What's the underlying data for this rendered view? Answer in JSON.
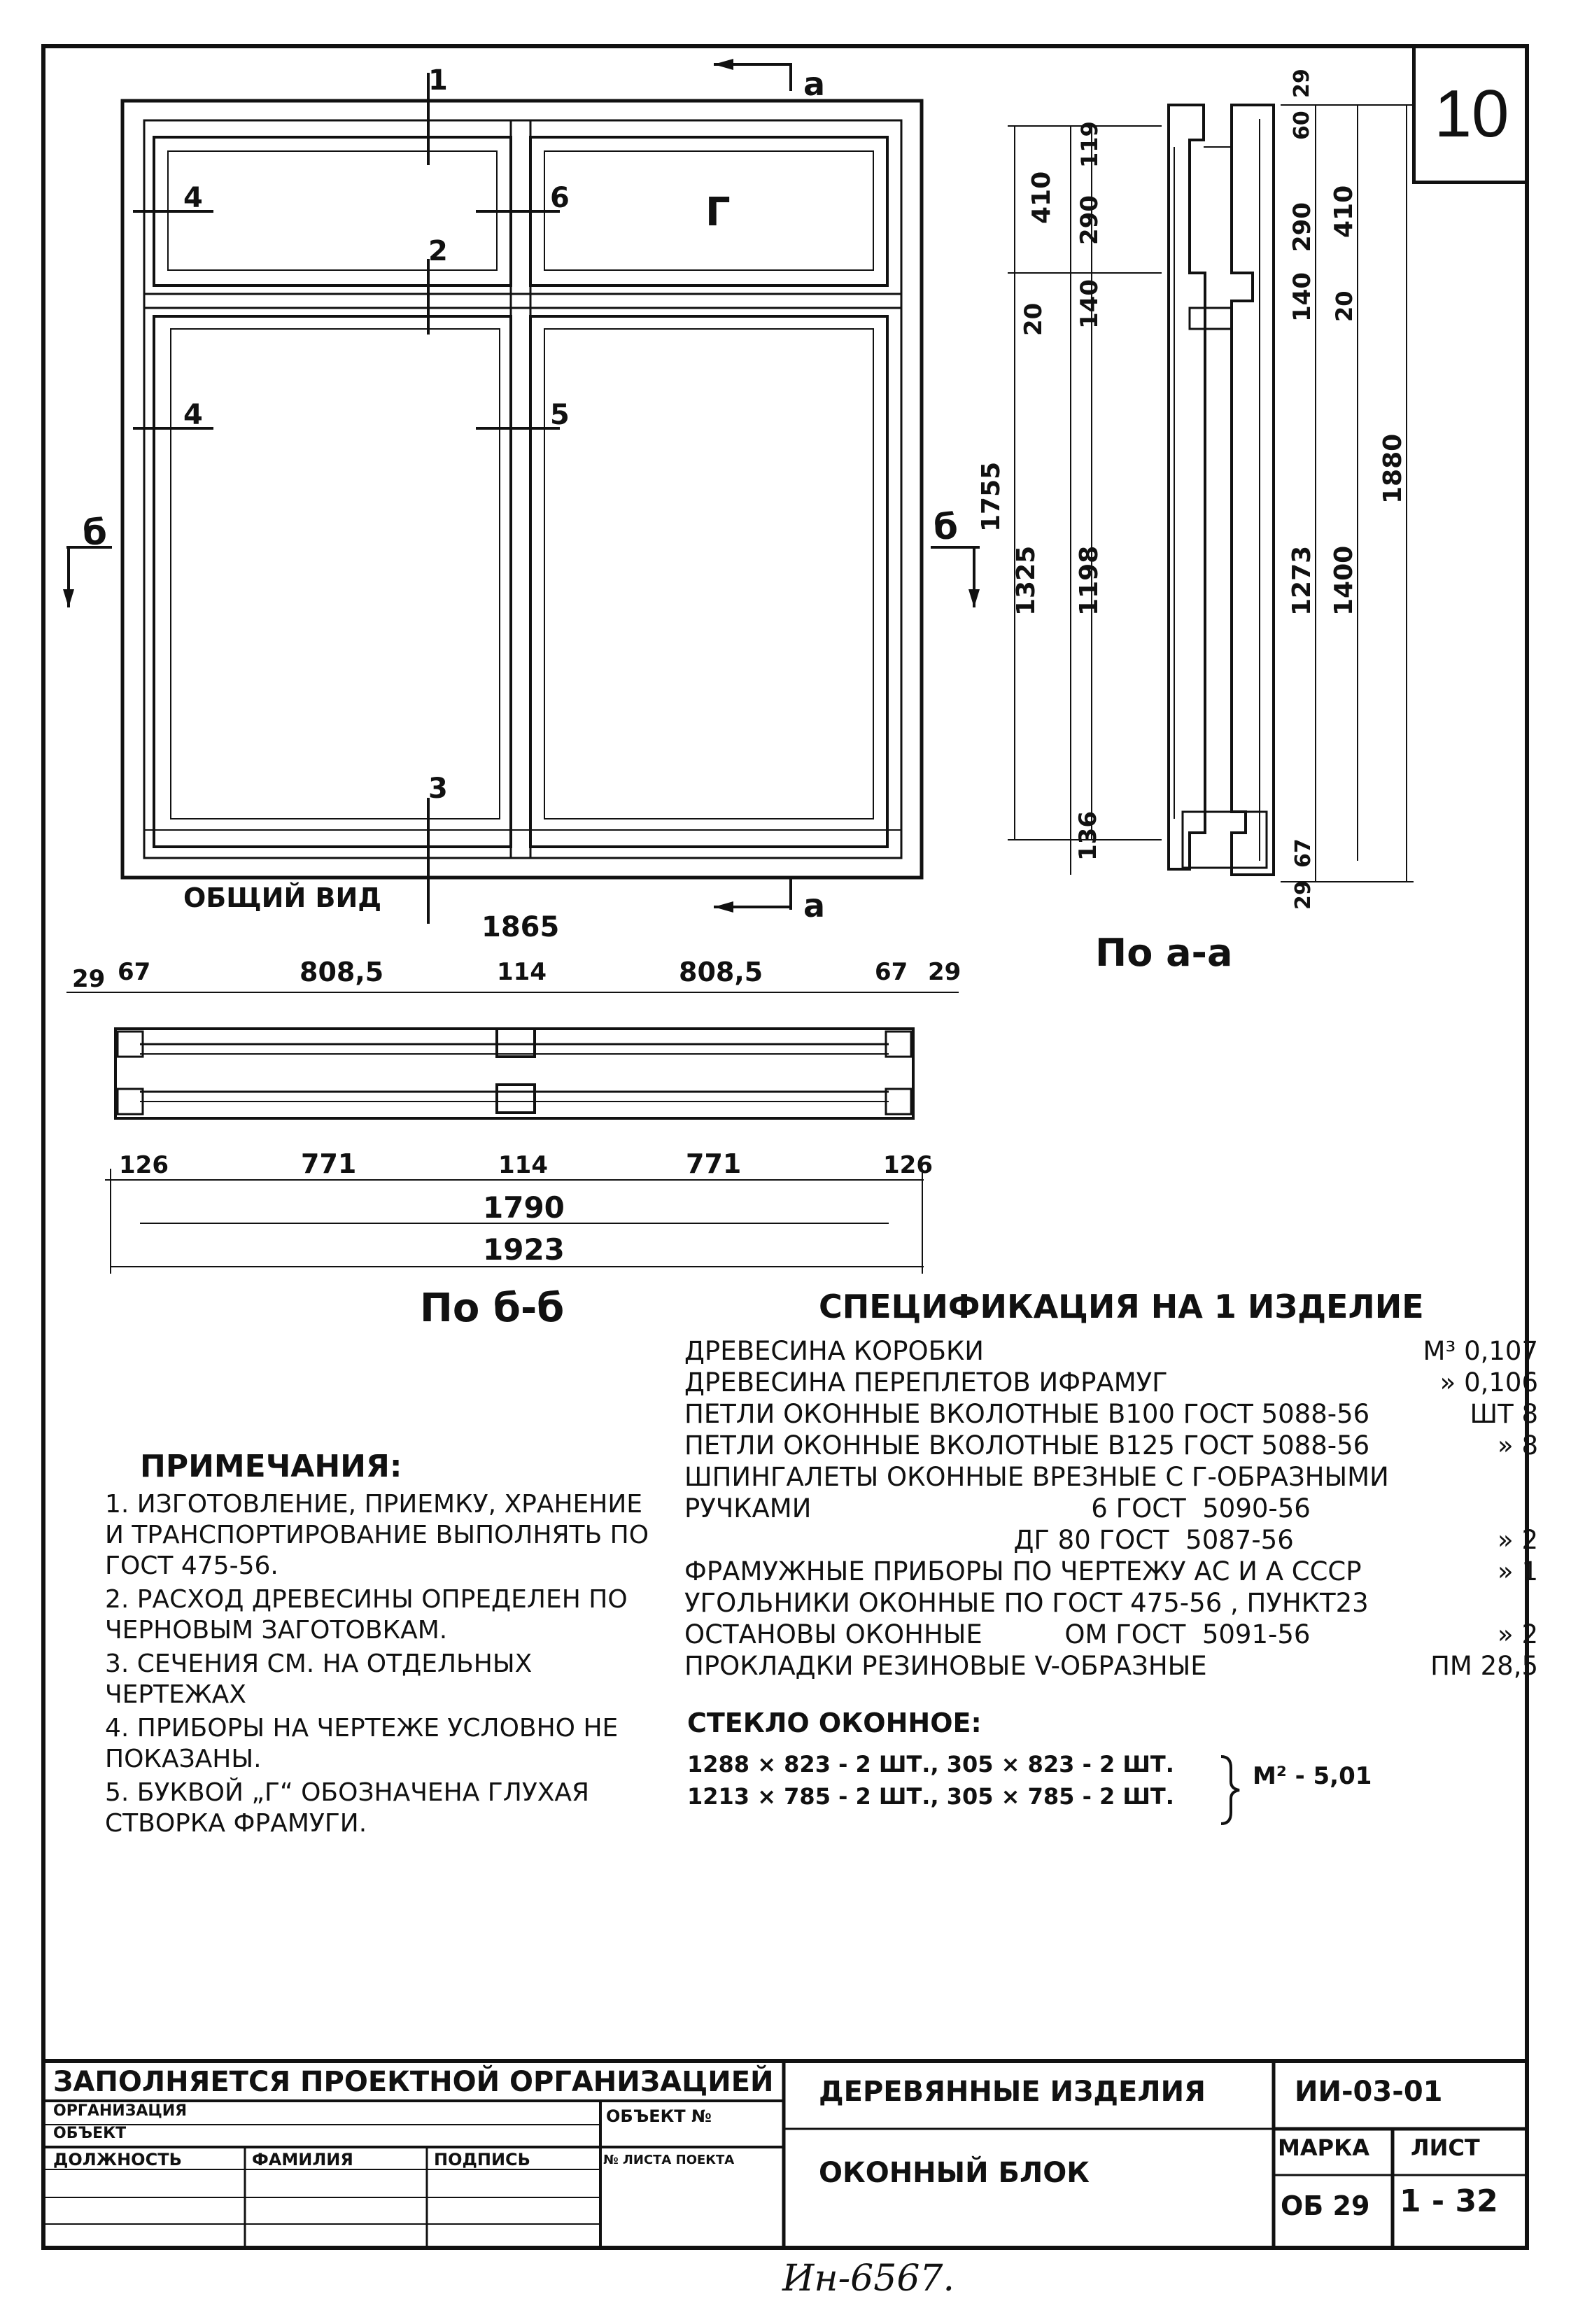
{
  "sheet": {
    "number": "10"
  },
  "views": {
    "general": {
      "caption": "ОБЩИЙ  ВИД",
      "section_marks": [
        "1",
        "2",
        "3",
        "4",
        "4",
        "5",
        "6"
      ],
      "glyph_g": "Г",
      "cut_a": "а",
      "cut_b": "б"
    },
    "section_aa": {
      "caption": "По а-а",
      "left_dims": [
        "410",
        "1325",
        "1755",
        "20",
        "136"
      ],
      "left_inner_dims": [
        "119",
        "290",
        "140",
        "1198"
      ],
      "right_dims": [
        "60",
        "29",
        "290",
        "410",
        "140",
        "20",
        "1273",
        "1400",
        "1880",
        "67",
        "29"
      ]
    },
    "section_bb": {
      "caption": "По б-б",
      "top_overall": "1865",
      "top_dims": [
        "29",
        "67",
        "808,5",
        "114",
        "808,5",
        "67",
        "29"
      ],
      "bottom_dims": [
        "126",
        "771",
        "114",
        "771",
        "126"
      ],
      "overall_1": "1790",
      "overall_2": "1923"
    }
  },
  "specification": {
    "title": "СПЕЦИФИКАЦИЯ НА 1 ИЗДЕЛИЕ",
    "rows": [
      {
        "name": "ДРЕВЕСИНА  КОРОБКИ",
        "qty": "М³ 0,107"
      },
      {
        "name": "ДРЕВЕСИНА  ПЕРЕПЛЕТОВ ИФРАМУГ",
        "qty": "» 0,106"
      },
      {
        "name": "ПЕТЛИ ОКОННЫЕ  ВКОЛОТНЫЕ  В100 ГОСТ  5088-56",
        "qty": "ШТ 8"
      },
      {
        "name": "ПЕТЛИ ОКОННЫЕ  ВКОЛОТНЫЕ  В125 ГОСТ  5088-56",
        "qty": "»  8"
      },
      {
        "name": "ШПИНГАЛЕТЫ ОКОННЫЕ ВРЕЗНЫЕ С Г-ОБРАЗНЫМИ",
        "qty": ""
      },
      {
        "name": "РУЧКАМИ                                  6 ГОСТ  5090-56",
        "qty": ""
      },
      {
        "name": "                                        ДГ 80 ГОСТ  5087-56",
        "qty": "» 2"
      },
      {
        "name": "ФРАМУЖНЫЕ  ПРИБОРЫ ПО ЧЕРТЕЖУ АС И А СССР",
        "qty": "» 1"
      },
      {
        "name": "УГОЛЬНИКИ ОКОННЫЕ  ПО  ГОСТ 475-56 , ПУНКТ23",
        "qty": ""
      },
      {
        "name": "ОСТАНОВЫ ОКОННЫЕ          ОМ ГОСТ  5091-56",
        "qty": "» 2"
      },
      {
        "name": "ПРОКЛАДКИ  РЕЗИНОВЫЕ  V-ОБРАЗНЫЕ",
        "qty": "ПМ 28,5"
      }
    ],
    "glass_label": "СТЕКЛО ОКОННОЕ:",
    "glass_line_1": "1288 × 823 - 2 ШТ.,   305 × 823 - 2 ШТ.",
    "glass_line_2": "1213 × 785 - 2 ШТ.,   305 × 785 - 2 ШТ.",
    "glass_total": "М² - 5,01"
  },
  "notes": {
    "title": "ПРИМЕЧАНИЯ:",
    "items": [
      "1. ИЗГОТОВЛЕНИЕ, ПРИЕМКУ, ХРАНЕНИЕ И ТРАНСПОРТИРОВАНИЕ ВЫПОЛНЯТЬ ПО ГОСТ 475-56.",
      "2. РАСХОД ДРЕВЕСИНЫ ОПРЕДЕЛЕН ПО ЧЕРНОВЫМ ЗАГОТОВКАМ.",
      "3. СЕЧЕНИЯ СМ. НА ОТДЕЛЬНЫХ ЧЕРТЕЖАХ",
      "4. ПРИБОРЫ НА ЧЕРТЕЖЕ УСЛОВНО НЕ ПОКАЗАНЫ.",
      "5. БУКВОЙ „Г“ ОБОЗНАЧЕНА ГЛУХАЯ СТВОРКА ФРАМУГИ."
    ]
  },
  "title_block": {
    "filled_by": "ЗАПОЛНЯЕТСЯ  ПРОЕКТНОЙ  ОРГАНИЗАЦИЕЙ",
    "organization": "ОРГАНИЗАЦИЯ",
    "object": "ОБЪЕКТ",
    "object_no": "ОБЪЕКТ №",
    "position": "ДОЛЖНОСТЬ",
    "surname": "ФАМИЛИЯ",
    "signature": "ПОДПИСЬ",
    "sheet_no_project": "№ ЛИСТА ПОЕКТА",
    "product_group": "ДЕРЕВЯННЫЕ  ИЗДЕЛИЯ",
    "product_name": "ОКОННЫЙ  БЛОК",
    "code": "ИИ-03-01",
    "mark_label": "МАРКА",
    "mark_value": "ОБ 29",
    "sheet_label": "ЛИСТ",
    "sheet_value": "1 - 32"
  },
  "handwritten_number": "Ин-6567."
}
